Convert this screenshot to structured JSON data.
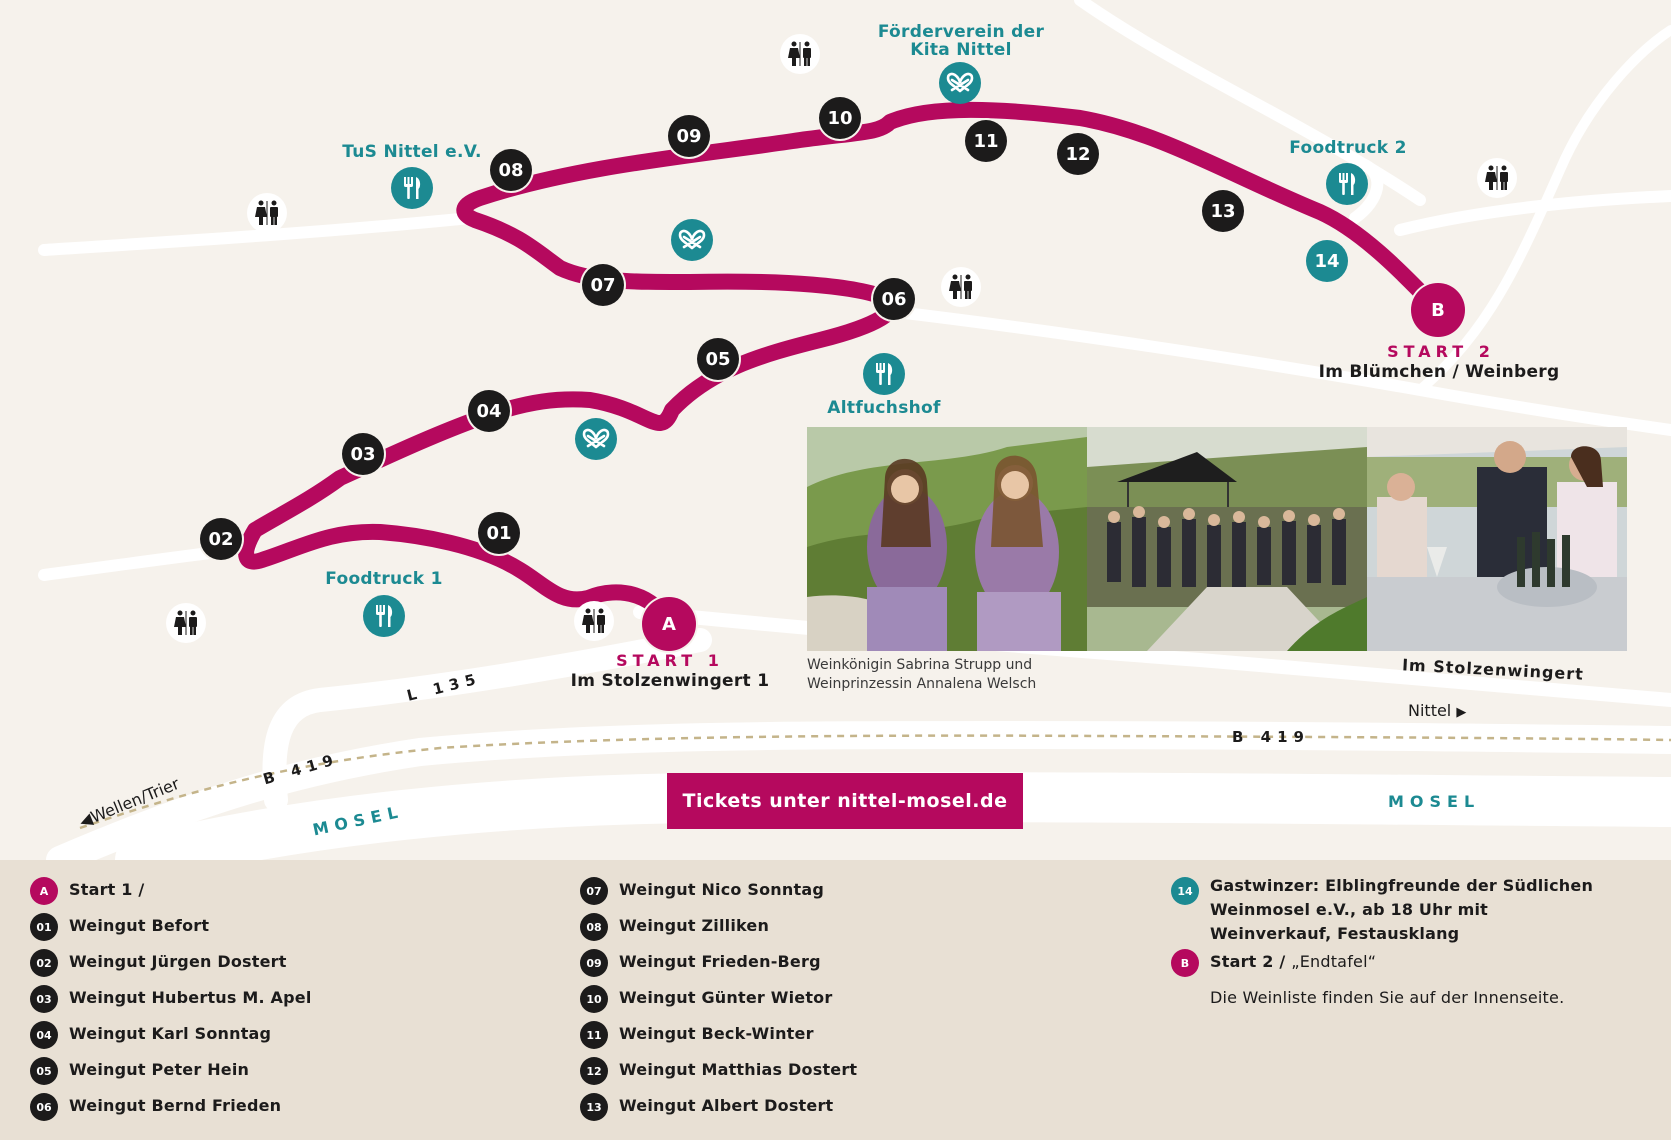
{
  "map": {
    "stops": [
      {
        "id": "01",
        "label": "01"
      },
      {
        "id": "02",
        "label": "02"
      },
      {
        "id": "03",
        "label": "03"
      },
      {
        "id": "04",
        "label": "04"
      },
      {
        "id": "05",
        "label": "05"
      },
      {
        "id": "06",
        "label": "06"
      },
      {
        "id": "07",
        "label": "07"
      },
      {
        "id": "08",
        "label": "08"
      },
      {
        "id": "09",
        "label": "09"
      },
      {
        "id": "10",
        "label": "10"
      },
      {
        "id": "11",
        "label": "11"
      },
      {
        "id": "12",
        "label": "12"
      },
      {
        "id": "13",
        "label": "13"
      },
      {
        "id": "14",
        "label": "14"
      }
    ],
    "start_a": {
      "marker": "A",
      "title": "START 1",
      "address": "Im Stolzenwingert 1"
    },
    "start_b": {
      "marker": "B",
      "title": "START 2",
      "address": "Im Blümchen / Weinberg"
    },
    "poi_labels": {
      "tus": "TuS Nittel e.V.",
      "foerder_line1": "Förderverein der",
      "foerder_line2": "Kita Nittel",
      "foodtruck2": "Foodtruck 2",
      "foodtruck1": "Foodtruck 1",
      "altfuchshof": "Altfuchshof"
    },
    "roads": {
      "l135": "L 135",
      "b419_left": "B 419",
      "b419_right": "B 419",
      "wellen": "Wellen/Trier",
      "nittel": "Nittel",
      "mosel_left": "MOSEL",
      "mosel_right": "MOSEL",
      "stolzenwingert": "Im Stolzenwingert"
    },
    "caption_line1": "Weinkönigin Sabrina Strupp und",
    "caption_line2": "Weinprinzessin Annalena Welsch",
    "tickets": "Tickets unter nittel-mosel.de",
    "icons": {
      "restaurant": "fork-knife-icon",
      "pretzel": "pretzel-icon",
      "toilet": "toilet-icon"
    },
    "colors": {
      "route": "#b5095e",
      "teal": "#1c8a92",
      "stop": "#1c1b1b",
      "background": "#f6f2ec"
    }
  },
  "legend": {
    "col1": [
      {
        "badge": "A",
        "text": "Start 1 /"
      },
      {
        "badge": "01",
        "text": "Weingut Befort"
      },
      {
        "badge": "02",
        "text": "Weingut Jürgen Dostert"
      },
      {
        "badge": "03",
        "text": "Weingut Hubertus M. Apel"
      },
      {
        "badge": "04",
        "text": "Weingut Karl Sonntag"
      },
      {
        "badge": "05",
        "text": "Weingut Peter Hein"
      },
      {
        "badge": "06",
        "text": "Weingut Bernd Frieden"
      }
    ],
    "col2": [
      {
        "badge": "07",
        "text": "Weingut Nico Sonntag"
      },
      {
        "badge": "08",
        "text": "Weingut Zilliken"
      },
      {
        "badge": "09",
        "text": "Weingut Frieden-Berg"
      },
      {
        "badge": "10",
        "text": "Weingut Günter Wietor"
      },
      {
        "badge": "11",
        "text": "Weingut Beck-Winter"
      },
      {
        "badge": "12",
        "text": "Weingut Matthias Dostert"
      },
      {
        "badge": "13",
        "text": "Weingut Albert Dostert"
      }
    ],
    "col3": {
      "item14_badge": "14",
      "item14_text": "Gastwinzer: Elblingfreunde der Südlichen Weinmosel e.V., ab 18 Uhr mit Weinverkauf, Festausklang",
      "itemB_badge": "B",
      "itemB_title": "Start 2 /",
      "itemB_sub": "„Endtafel“",
      "note": "Die Weinliste finden Sie auf der Innenseite."
    }
  }
}
